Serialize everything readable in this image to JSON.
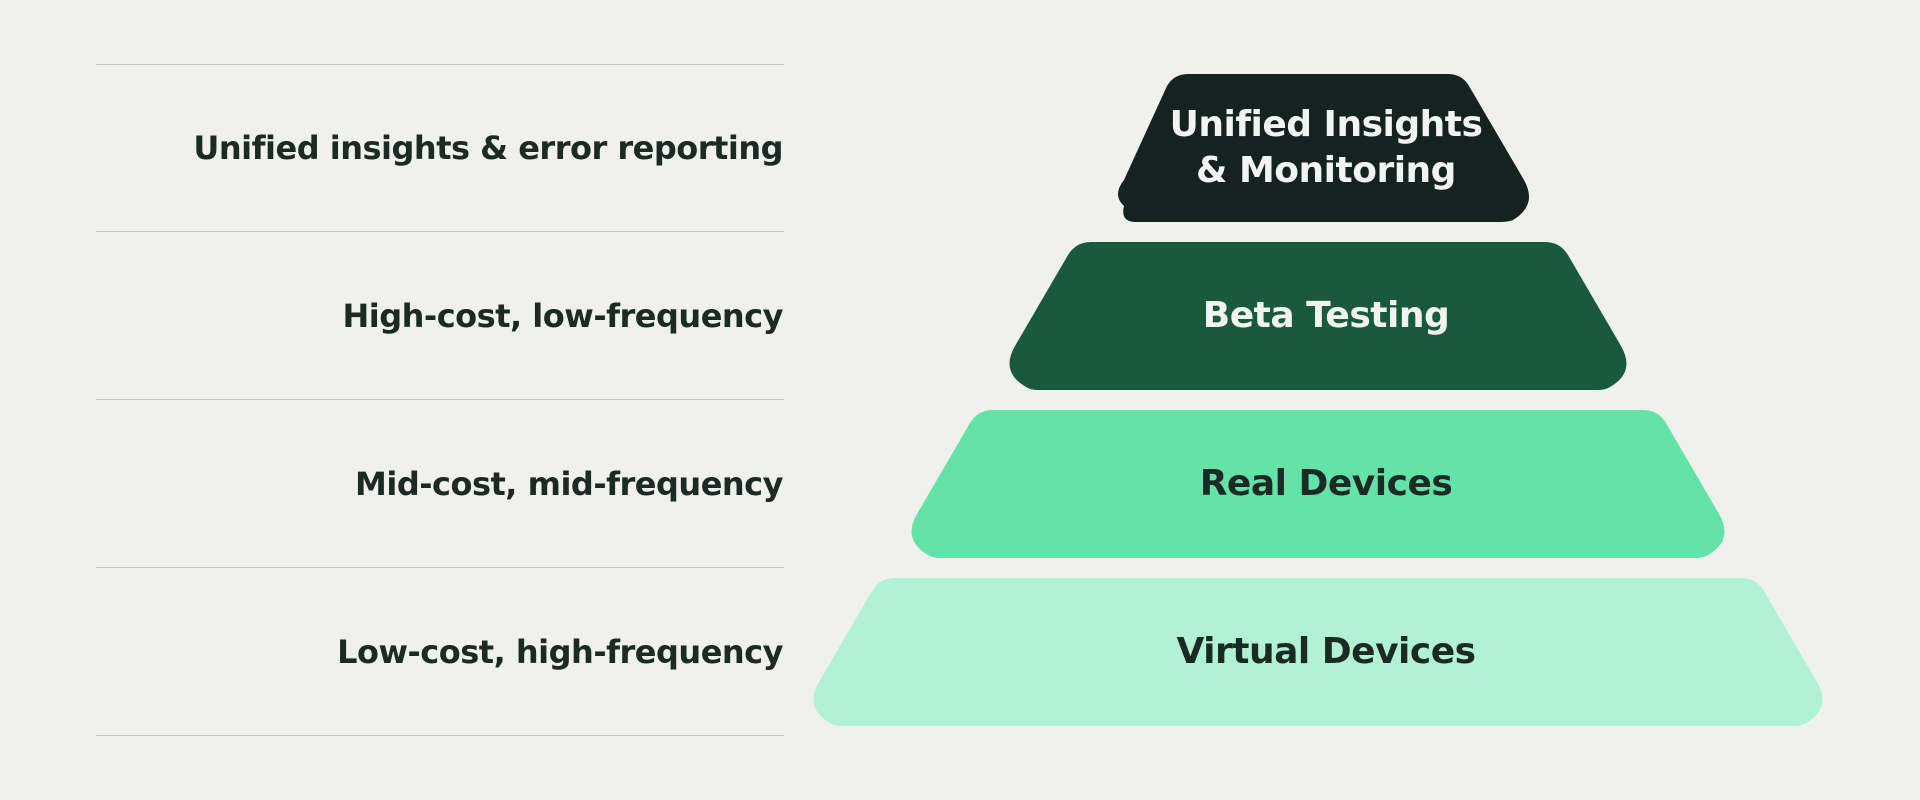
{
  "colors": {
    "background": "#f0f0ec",
    "tier_top": "#142220",
    "tier_beta": "#1a5a3c",
    "tier_real": "#64e3a8",
    "tier_virtual": "#b1f2d4",
    "text_light": "#f2f4f1",
    "text_dark": "#1b2a25",
    "rule": "#c4c4c0"
  },
  "rows": [
    {
      "label": "Unified insights & error reporting"
    },
    {
      "label": "High-cost, low-frequency"
    },
    {
      "label": "Mid-cost, mid-frequency"
    },
    {
      "label": "Low-cost, high-frequency"
    }
  ],
  "tiers": [
    {
      "line1": "Unified Insights",
      "line2": "& Monitoring"
    },
    {
      "line1": "Beta Testing",
      "line2": ""
    },
    {
      "line1": "Real Devices",
      "line2": ""
    },
    {
      "line1": "Virtual Devices",
      "line2": ""
    }
  ]
}
